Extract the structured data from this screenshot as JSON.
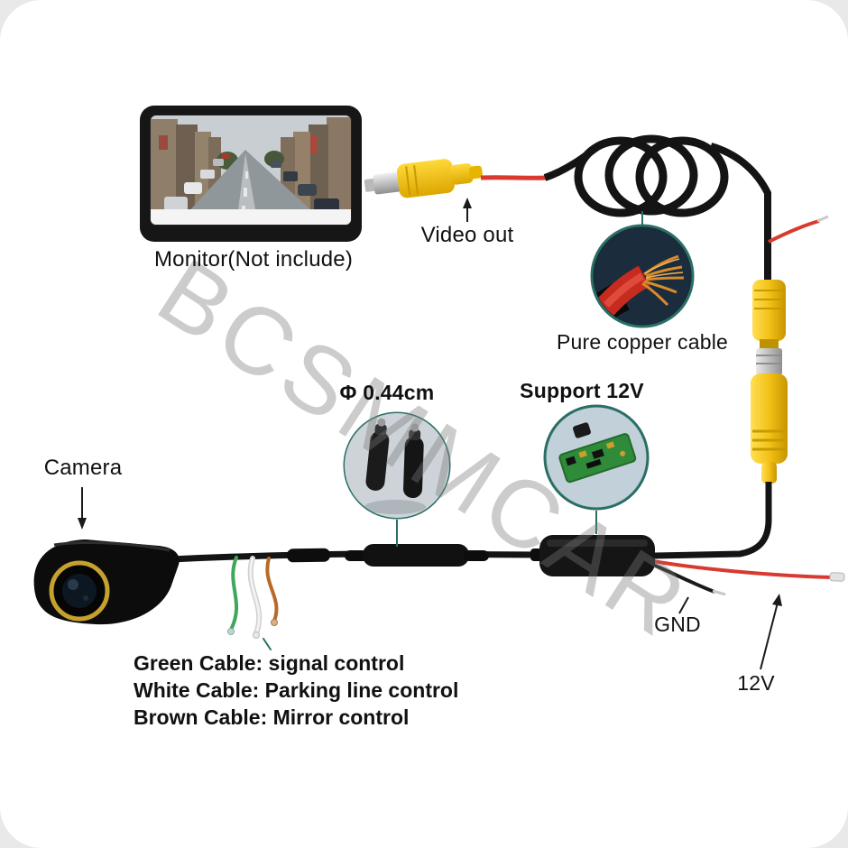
{
  "watermark": "BCSMMCAR",
  "labels": {
    "monitor": "Monitor(Not include)",
    "video_out": "Video out",
    "pure_copper": "Pure copper cable",
    "diameter": "Φ 0.44cm",
    "support_12v": "Support 12V",
    "camera": "Camera",
    "gnd": "GND",
    "twelve_v": "12V"
  },
  "cable_notes": [
    "Green Cable: signal control",
    "White Cable: Parking line control",
    "Brown Cable: Mirror control"
  ],
  "colors": {
    "rca_yellow": "#f3c117",
    "wire_red": "#d93a30",
    "wire_green": "#3fa65c",
    "wire_white": "#ececec",
    "wire_brown": "#b96a28",
    "inset_ring": "#2a6f63"
  }
}
